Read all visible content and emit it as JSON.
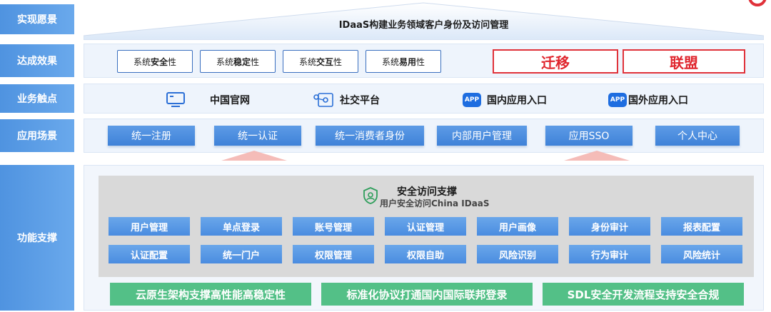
{
  "rows": {
    "vision": "实现愿景",
    "effect": "达成效果",
    "touch": "业务触点",
    "scene": "应用场景",
    "function": "功能支撑"
  },
  "vision": {
    "title": "IDaaS构建业务领域客户身份及访问管理"
  },
  "effects": {
    "qualities": [
      {
        "pre": "系统",
        "key": "安全",
        "post": "性"
      },
      {
        "pre": "系统",
        "key": "稳定",
        "post": "性"
      },
      {
        "pre": "系统",
        "key": "交互",
        "post": "性"
      },
      {
        "pre": "系统",
        "key": "易用",
        "post": "性"
      }
    ],
    "highlights": [
      "迁移",
      "联盟"
    ]
  },
  "touchpoints": [
    {
      "label": "中国官网",
      "icon": "monitor-icon"
    },
    {
      "label": "社交平台",
      "icon": "social-network-icon"
    },
    {
      "label": "国内应用入口",
      "icon": "app-icon",
      "badge": "APP"
    },
    {
      "label": "国外应用入口",
      "icon": "app-icon",
      "badge": "APP"
    }
  ],
  "scenarios": [
    "统一注册",
    "统一认证",
    "统一消费者身份",
    "内部用户管理",
    "应用SSO",
    "个人中心"
  ],
  "security": {
    "title": "安全访问支撑",
    "subtitle": "用户安全访问China IDaaS",
    "row1": [
      "用户管理",
      "单点登录",
      "账号管理",
      "认证管理",
      "用户画像",
      "身份审计",
      "报表配置"
    ],
    "row2": [
      "认证配置",
      "统一门户",
      "权限管理",
      "权限自助",
      "风险识别",
      "行为审计",
      "风险统计"
    ]
  },
  "foundations": [
    "云原生架构支撑高性能高稳定性",
    "标准化协议打通国内国际联邦登录",
    "SDL安全开发流程支持安全合规"
  ],
  "colors": {
    "label_blue": "#4f93e0",
    "button_blue": "#4a8ce0",
    "red": "#e0323a",
    "green": "#53c087",
    "gray": "#d9d9d9"
  }
}
